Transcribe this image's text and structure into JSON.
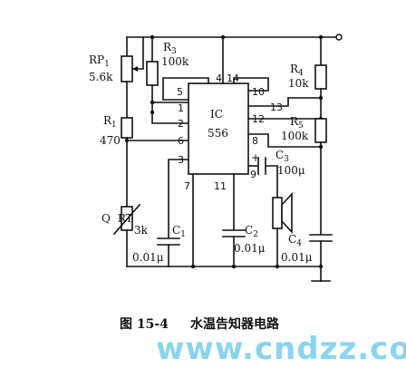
{
  "ic": {
    "name": "IC",
    "part": "556"
  },
  "pins": {
    "p1": "1",
    "p2": "2",
    "p3": "3",
    "p4": "4",
    "p5": "5",
    "p6": "6",
    "p7": "7",
    "p8": "8",
    "p9": "9",
    "p10": "10",
    "p11": "11",
    "p12": "12",
    "p13": "13",
    "p14": "14"
  },
  "components": {
    "rp1": {
      "ref": "RP",
      "sub": "1",
      "value": "5.6k"
    },
    "r1": {
      "ref": "R",
      "sub": "1",
      "value": "470"
    },
    "r3": {
      "ref": "R",
      "sub": "3",
      "value": "100k"
    },
    "r4": {
      "ref": "R",
      "sub": "4",
      "value": "10k"
    },
    "r5": {
      "ref": "R",
      "sub": "5",
      "value": "100k"
    },
    "rt": {
      "prefix": "Q",
      "ref": "RT",
      "value": "3k"
    },
    "c1": {
      "ref": "C",
      "sub": "1",
      "value": "0.01μ"
    },
    "c2": {
      "ref": "C",
      "sub": "2",
      "value": "0.01μ"
    },
    "c3": {
      "polarity": "+",
      "ref": "C",
      "sub": "3",
      "value": "100μ"
    },
    "c4": {
      "ref": "C",
      "sub": "4",
      "value": "0.01μ"
    }
  },
  "caption": {
    "number": "图 15-4",
    "title": "水温告知器电路"
  },
  "watermark": "www.cndzz.com",
  "colors": {
    "line": "#111111",
    "watermark": "#7fd0ee"
  }
}
